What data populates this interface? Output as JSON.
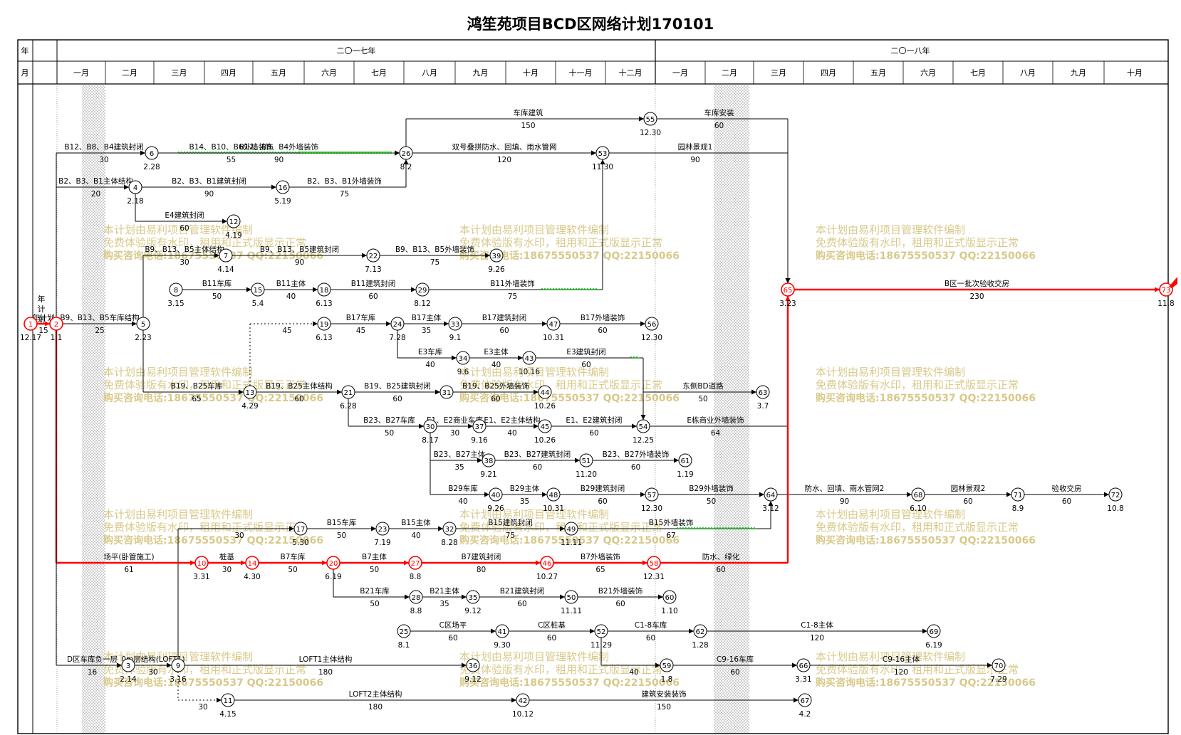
{
  "title": "鸿笙苑项目BCD区网络计划170101",
  "header": {
    "year_label": "年",
    "month_label": "月",
    "years": [
      "二〇一七年",
      "二〇一八年"
    ],
    "months": [
      "一月",
      "二月",
      "三月",
      "四月",
      "五月",
      "六月",
      "七月",
      "八月",
      "九月",
      "十月",
      "十一月",
      "十二月",
      "一月",
      "二月",
      "三月",
      "四月",
      "五月",
      "六月",
      "七月",
      "八月",
      "九月",
      "十月"
    ]
  },
  "side_label": [
    "年",
    "计",
    "划"
  ],
  "watermark": {
    "line1": "本计划由易利项目管理软件编制",
    "line2": "免费体验版有水印，租用和正式版显示正常",
    "line3": "购买咨询电话:18675550537 QQ:22150066"
  },
  "nodes": [
    {
      "id": "1",
      "date": "12.17",
      "crit": true
    },
    {
      "id": "2",
      "date": "1.1",
      "crit": true
    },
    {
      "id": "3",
      "date": "2.14"
    },
    {
      "id": "4",
      "date": "2.18"
    },
    {
      "id": "5",
      "date": "2.23"
    },
    {
      "id": "6",
      "date": "2.28"
    },
    {
      "id": "7",
      "date": "4.14"
    },
    {
      "id": "8",
      "date": "3.15"
    },
    {
      "id": "9",
      "date": "3.16"
    },
    {
      "id": "10",
      "date": "3.31",
      "crit": true
    },
    {
      "id": "11",
      "date": "4.15"
    },
    {
      "id": "12",
      "date": "4.19"
    },
    {
      "id": "13",
      "date": "4.29"
    },
    {
      "id": "14",
      "date": "4.30",
      "crit": true
    },
    {
      "id": "15",
      "date": "5.4"
    },
    {
      "id": "16",
      "date": "5.19"
    },
    {
      "id": "17",
      "date": "5.30"
    },
    {
      "id": "18",
      "date": "6.13"
    },
    {
      "id": "19",
      "date": "6.13"
    },
    {
      "id": "20",
      "date": "6.19",
      "crit": true
    },
    {
      "id": "21",
      "date": "6.28"
    },
    {
      "id": "22",
      "date": "7.13"
    },
    {
      "id": "23",
      "date": "7.19"
    },
    {
      "id": "24",
      "date": "7.28"
    },
    {
      "id": "25",
      "date": "8.1"
    },
    {
      "id": "26",
      "date": "8.2"
    },
    {
      "id": "27",
      "date": "8.8",
      "crit": true
    },
    {
      "id": "28",
      "date": "8.8"
    },
    {
      "id": "29",
      "date": "8.12"
    },
    {
      "id": "30",
      "date": "8.17"
    },
    {
      "id": "31",
      "date": ""
    },
    {
      "id": "32",
      "date": "8.28"
    },
    {
      "id": "33",
      "date": "9.1"
    },
    {
      "id": "34",
      "date": "9.6"
    },
    {
      "id": "35",
      "date": "9.12"
    },
    {
      "id": "36",
      "date": "9.12"
    },
    {
      "id": "37",
      "date": "9.16"
    },
    {
      "id": "38",
      "date": "9.21"
    },
    {
      "id": "39",
      "date": "9.26"
    },
    {
      "id": "40",
      "date": "9.26"
    },
    {
      "id": "41",
      "date": "9.30"
    },
    {
      "id": "42",
      "date": "10.12"
    },
    {
      "id": "43",
      "date": "10.16"
    },
    {
      "id": "44",
      "date": "10.26"
    },
    {
      "id": "45",
      "date": "10.26"
    },
    {
      "id": "46",
      "date": "10.27",
      "crit": true
    },
    {
      "id": "47",
      "date": "10.31"
    },
    {
      "id": "48",
      "date": "10.31"
    },
    {
      "id": "49",
      "date": "11.11"
    },
    {
      "id": "50",
      "date": "11.11"
    },
    {
      "id": "51",
      "date": "11.20"
    },
    {
      "id": "52",
      "date": "11.29"
    },
    {
      "id": "53",
      "date": "11.30"
    },
    {
      "id": "54",
      "date": "12.25"
    },
    {
      "id": "55",
      "date": "12.30"
    },
    {
      "id": "56",
      "date": "12.30"
    },
    {
      "id": "57",
      "date": "12.30"
    },
    {
      "id": "58",
      "date": "12.31",
      "crit": true
    },
    {
      "id": "59",
      "date": "1.8"
    },
    {
      "id": "60",
      "date": "1.10"
    },
    {
      "id": "61",
      "date": "1.19"
    },
    {
      "id": "62",
      "date": "1.28"
    },
    {
      "id": "63",
      "date": "3.7"
    },
    {
      "id": "64",
      "date": "3.12"
    },
    {
      "id": "65",
      "date": "3.23",
      "crit": true
    },
    {
      "id": "66",
      "date": "3.31"
    },
    {
      "id": "67",
      "date": "4.2"
    },
    {
      "id": "68",
      "date": "6.10"
    },
    {
      "id": "69",
      "date": "6.19"
    },
    {
      "id": "70",
      "date": "7.29"
    },
    {
      "id": "71",
      "date": "8.9"
    },
    {
      "id": "72",
      "date": "10.8"
    },
    {
      "id": "73",
      "date": "11.8",
      "crit": true
    }
  ],
  "activities": [
    {
      "from": "1",
      "to": "2",
      "name": "年计划",
      "dur": "15",
      "crit": true
    },
    {
      "from": "2",
      "to": "26",
      "name": "B14、B10、B6外墙装饰",
      "dur": "55"
    },
    {
      "from": "2",
      "to": "6",
      "name": "B12、B8、B4建筑封闭",
      "dur": "30"
    },
    {
      "from": "6",
      "to": "26",
      "name": "B12、B8、B4外墙装饰",
      "dur": "90"
    },
    {
      "from": "2",
      "to": "4",
      "name": "B2、B3、B1主体结构",
      "dur": "20"
    },
    {
      "from": "4",
      "to": "16",
      "name": "B2、B3、B1建筑封闭",
      "dur": "90"
    },
    {
      "from": "16",
      "to": "26",
      "name": "B2、B3、B1外墙装饰",
      "dur": "75"
    },
    {
      "from": "4",
      "to": "12",
      "name": "E4建筑封闭",
      "dur": "60"
    },
    {
      "from": "5",
      "to": "7",
      "name": "B9、B13、B5主体结构",
      "dur": "30"
    },
    {
      "from": "7",
      "to": "22",
      "name": "B9、B13、B5建筑封闭",
      "dur": "90"
    },
    {
      "from": "22",
      "to": "39",
      "name": "B9、B13、B5外墙装饰",
      "dur": "75"
    },
    {
      "from": "2",
      "to": "5",
      "name": "B9、B13、B5车库结构",
      "dur": "25"
    },
    {
      "from": "8",
      "to": "15",
      "name": "B11车库",
      "dur": "50"
    },
    {
      "from": "15",
      "to": "18",
      "name": "B11主体",
      "dur": "40"
    },
    {
      "from": "18",
      "to": "29",
      "name": "B11建筑封闭",
      "dur": "60"
    },
    {
      "from": "29",
      "to": "53",
      "name": "B11外墙装饰",
      "dur": "75"
    },
    {
      "from": "26",
      "to": "55",
      "name": "车库建筑",
      "dur": "150"
    },
    {
      "from": "26",
      "to": "53",
      "name": "双号叠拼防水、回填、雨水管网",
      "dur": "120"
    },
    {
      "from": "55",
      "to": "65",
      "name": "车库安装",
      "dur": "60"
    },
    {
      "from": "53",
      "to": "65",
      "name": "园林景观1",
      "dur": "90"
    },
    {
      "from": "13",
      "to": "19",
      "name": "",
      "dur": "45",
      "dummy": true
    },
    {
      "from": "19",
      "to": "24",
      "name": "B17车库",
      "dur": "45"
    },
    {
      "from": "24",
      "to": "33",
      "name": "B17主体",
      "dur": "35"
    },
    {
      "from": "33",
      "to": "47",
      "name": "B17建筑封闭",
      "dur": "60"
    },
    {
      "from": "47",
      "to": "56",
      "name": "B17外墙装饰",
      "dur": "60"
    },
    {
      "from": "24",
      "to": "34",
      "name": "E3车库",
      "dur": "40"
    },
    {
      "from": "34",
      "to": "43",
      "name": "E3主体",
      "dur": "40"
    },
    {
      "from": "43",
      "to": "54",
      "name": "E3建筑封闭",
      "dur": "60"
    },
    {
      "from": "5",
      "to": "13",
      "name": "B19、B25车库",
      "dur": "65"
    },
    {
      "from": "13",
      "to": "21",
      "name": "B19、B25主体结构",
      "dur": "60"
    },
    {
      "from": "21",
      "to": "31",
      "name": "B19、B25建筑封闭",
      "dur": "60"
    },
    {
      "from": "31",
      "to": "44",
      "name": "B19、B25外墙装饰",
      "dur": "60"
    },
    {
      "from": "54",
      "to": "63",
      "name": "东侧BD道路",
      "dur": "50"
    },
    {
      "from": "21",
      "to": "30",
      "name": "B23、B27车库",
      "dur": "50"
    },
    {
      "from": "30",
      "to": "37",
      "name": "E1、E2商业车库",
      "dur": "30"
    },
    {
      "from": "37",
      "to": "45",
      "name": "E1、E2主体结构",
      "dur": "40"
    },
    {
      "from": "45",
      "to": "54",
      "name": "E1、E2建筑封闭",
      "dur": "60"
    },
    {
      "from": "54",
      "to": "65",
      "name": "E栋商业外墙装饰",
      "dur": "64"
    },
    {
      "from": "30",
      "to": "38",
      "name": "B23、B27主体",
      "dur": "35"
    },
    {
      "from": "38",
      "to": "51",
      "name": "B23、B27建筑封闭",
      "dur": "60"
    },
    {
      "from": "51",
      "to": "61",
      "name": "B23、B27外墙装饰",
      "dur": "60"
    },
    {
      "from": "30",
      "to": "40",
      "name": "B29车库",
      "dur": "40"
    },
    {
      "from": "40",
      "to": "48",
      "name": "B29主体",
      "dur": "35"
    },
    {
      "from": "48",
      "to": "57",
      "name": "B29建筑封闭",
      "dur": "60"
    },
    {
      "from": "57",
      "to": "64",
      "name": "B29外墙装饰",
      "dur": "50"
    },
    {
      "from": "64",
      "to": "68",
      "name": "防水、回填、雨水管网2",
      "dur": "90"
    },
    {
      "from": "68",
      "to": "71",
      "name": "园林景观2",
      "dur": "60"
    },
    {
      "from": "71",
      "to": "72",
      "name": "验收交房",
      "dur": "60"
    },
    {
      "from": "9",
      "to": "17",
      "name": "",
      "dur": "30"
    },
    {
      "from": "17",
      "to": "23",
      "name": "B15车库",
      "dur": "50"
    },
    {
      "from": "23",
      "to": "32",
      "name": "B15主体",
      "dur": "40"
    },
    {
      "from": "32",
      "to": "49",
      "name": "B15建筑封闭",
      "dur": "75"
    },
    {
      "from": "49",
      "to": "64",
      "name": "B15外墙装饰",
      "dur": "67"
    },
    {
      "from": "2",
      "to": "10",
      "name": "场平(卧管施工)",
      "dur": "61",
      "crit": true
    },
    {
      "from": "10",
      "to": "14",
      "name": "桩基",
      "dur": "30",
      "crit": true
    },
    {
      "from": "14",
      "to": "20",
      "name": "B7车库",
      "dur": "50",
      "crit": true
    },
    {
      "from": "20",
      "to": "27",
      "name": "B7主体",
      "dur": "50",
      "crit": true
    },
    {
      "from": "27",
      "to": "46",
      "name": "B7建筑封闭",
      "dur": "80",
      "crit": true
    },
    {
      "from": "46",
      "to": "58",
      "name": "B7外墙装饰",
      "dur": "65",
      "crit": true
    },
    {
      "from": "58",
      "to": "65",
      "name": "防水、绿化",
      "dur": "60",
      "crit": true
    },
    {
      "from": "65",
      "to": "73",
      "name": "B区一批次验收交房",
      "dur": "230",
      "crit": true
    },
    {
      "from": "20",
      "to": "28",
      "name": "B21车库",
      "dur": "50"
    },
    {
      "from": "28",
      "to": "35",
      "name": "B21主体",
      "dur": "35"
    },
    {
      "from": "35",
      "to": "50",
      "name": "B21建筑封闭",
      "dur": "60"
    },
    {
      "from": "50",
      "to": "60",
      "name": "B21外墙装饰",
      "dur": "60"
    },
    {
      "from": "25",
      "to": "41",
      "name": "C区场平",
      "dur": "60"
    },
    {
      "from": "41",
      "to": "52",
      "name": "C区桩基",
      "dur": "60"
    },
    {
      "from": "52",
      "to": "62",
      "name": "C1-8车库",
      "dur": "60"
    },
    {
      "from": "62",
      "to": "69",
      "name": "C1-8主体",
      "dur": "120"
    },
    {
      "from": "52",
      "to": "59",
      "name": "",
      "dur": "40"
    },
    {
      "from": "2",
      "to": "3",
      "name": "D区车库负一层",
      "dur": "16"
    },
    {
      "from": "3",
      "to": "9",
      "name": "0m层结构(LOFT1)",
      "dur": "30"
    },
    {
      "from": "9",
      "to": "36",
      "name": "LOFT1主体结构",
      "dur": "180"
    },
    {
      "from": "59",
      "to": "66",
      "name": "C9-16车库",
      "dur": "60"
    },
    {
      "from": "66",
      "to": "70",
      "name": "C9-16主体",
      "dur": "120"
    },
    {
      "from": "9",
      "to": "11",
      "name": "",
      "dur": "30",
      "dummy": true
    },
    {
      "from": "11",
      "to": "42",
      "name": "LOFT2主体结构",
      "dur": "180"
    },
    {
      "from": "42",
      "to": "67",
      "name": "建筑安装装饰",
      "dur": "150"
    }
  ]
}
